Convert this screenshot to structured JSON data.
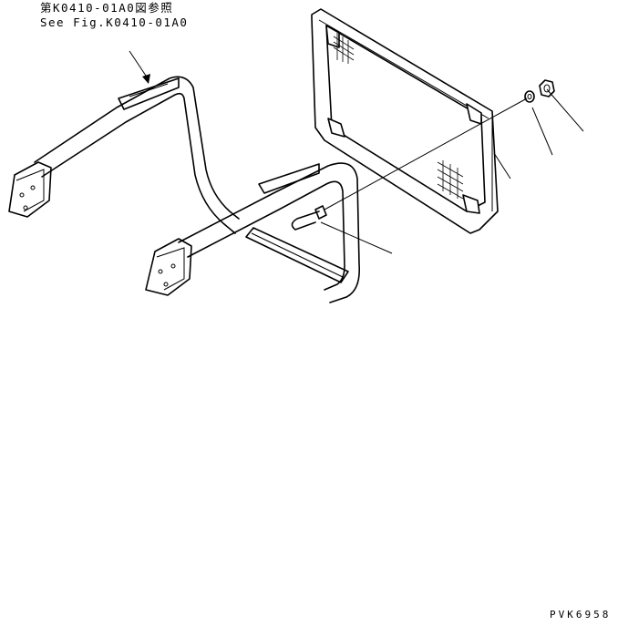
{
  "reference_note": {
    "japanese": "第K0410-01A0図参照",
    "english": "See Fig.K0410-01A0"
  },
  "drawing_code": "PVK6958",
  "colors": {
    "line": "#000000",
    "background": "#ffffff"
  }
}
